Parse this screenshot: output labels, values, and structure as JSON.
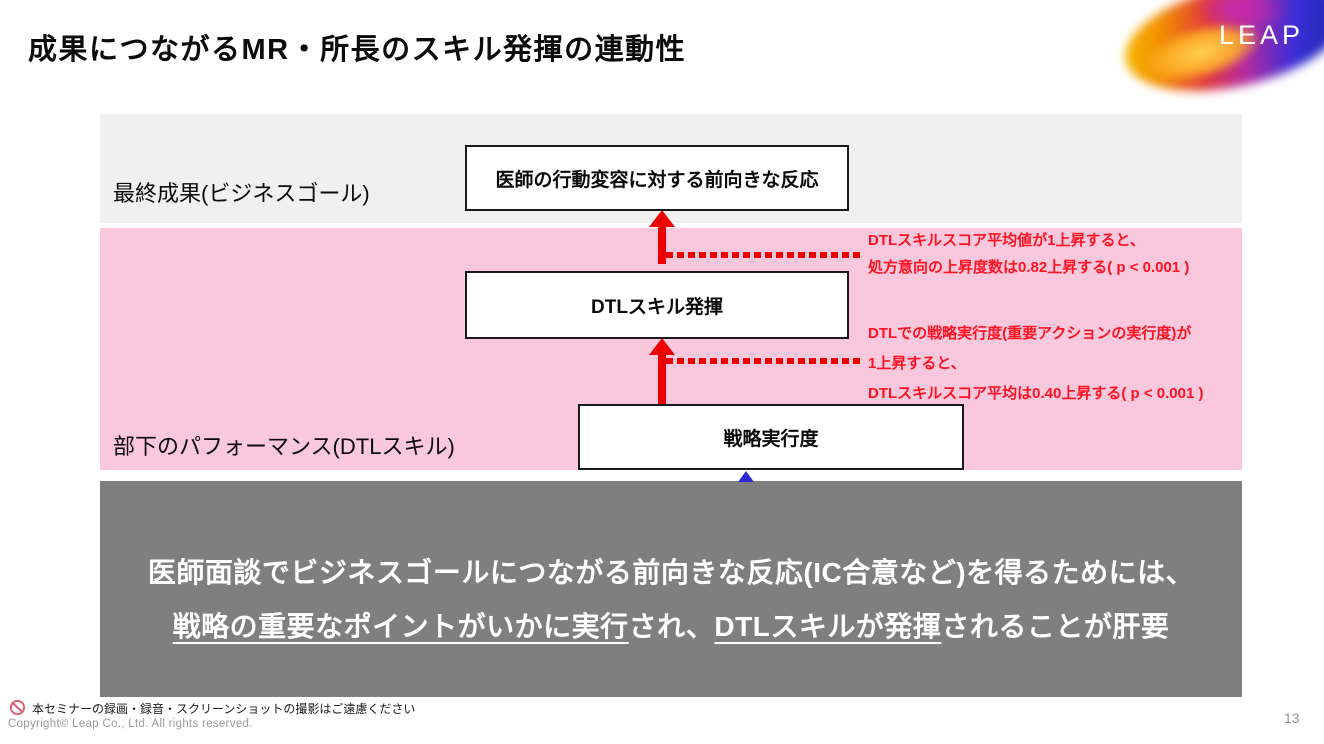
{
  "page": {
    "number": "13"
  },
  "header": {
    "title": "成果につながるMR・所長のスキル発揮の連動性"
  },
  "logo": {
    "text": "LEAP"
  },
  "diagram": {
    "final_band": {
      "label": "最終成果(ビジネスゴール)",
      "box": "医師の行動変容に対する前向きな反応"
    },
    "performance_band": {
      "label": "部下のパフォーマンス(DTLスキル)",
      "dtl_box": "DTLスキル発揮",
      "strategy_box": "戦略実行度"
    },
    "annotation_top": {
      "line1": "DTLスキルスコア平均値が1上昇すると、",
      "line2": "処方意向の上昇度数は0.82上昇する( p < 0.001 )"
    },
    "annotation_bottom": {
      "line1": "DTLでの戦略実行度(重要アクションの実行度)が",
      "line2": "1上昇すると、",
      "line3": "DTLスキルスコア平均は0.40上昇する( p < 0.001 )"
    }
  },
  "message": {
    "line1": "医師面談でビジネスゴールにつながる前向きな反応(IC合意など)を得るためには、",
    "line2_segments": [
      {
        "text": "戦略の重要なポイントがいかに実行",
        "underline": true
      },
      {
        "text": "され、",
        "underline": false
      },
      {
        "text": "DTLスキルが発揮",
        "underline": true
      },
      {
        "text": "されることが肝要",
        "underline": false
      }
    ]
  },
  "footer": {
    "notice": "本セミナーの録画・録音・スクリーンショットの撮影はご遠慮ください",
    "copyright": "Copyright© Leap Co., Ltd.  All rights reserved."
  },
  "colors": {
    "light_gray_band": "#F0F0F0",
    "pink_band": "#FAC8DD",
    "dark_gray_band": "#7F7F7F",
    "arrow_red": "#EE0000",
    "annotation_red": "#FF1322",
    "blue_arrow": "#2B2BD0"
  }
}
